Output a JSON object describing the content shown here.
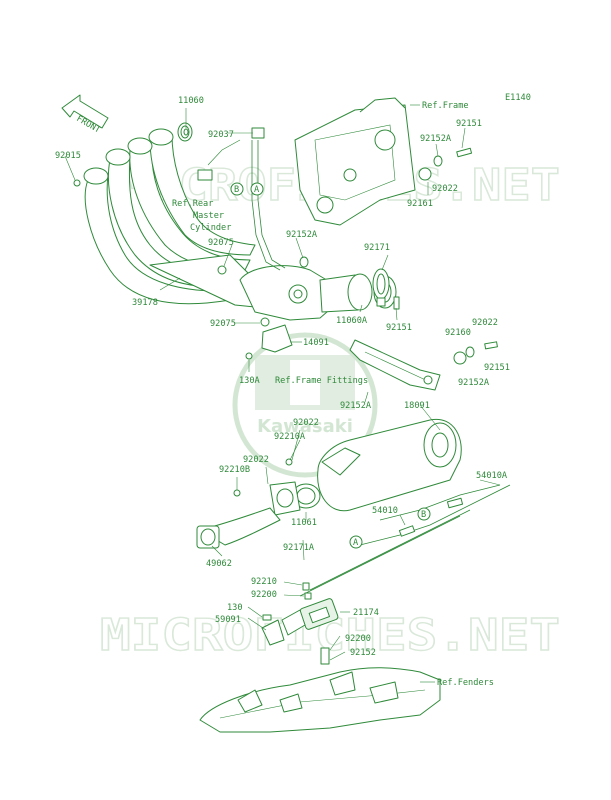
{
  "diagram": {
    "code": "E1140",
    "front_label": "FRONT",
    "watermark_text": "MICROFICHES.NET",
    "logo_text": "Kawasaki",
    "colors": {
      "line": "#2f8a3a",
      "watermark": "#d9e8d9",
      "background": "#ffffff"
    },
    "part_labels": [
      {
        "id": "11060",
        "text": "11060"
      },
      {
        "id": "92037",
        "text": "92037"
      },
      {
        "id": "92015",
        "text": "92015"
      },
      {
        "id": "ref-frame",
        "text": "Ref.Frame"
      },
      {
        "id": "92151-a",
        "text": "92151"
      },
      {
        "id": "92152a-a",
        "text": "92152A"
      },
      {
        "id": "92022-a",
        "text": "92022"
      },
      {
        "id": "92161",
        "text": "92161"
      },
      {
        "id": "ref-rear",
        "text": "Ref.Rear"
      },
      {
        "id": "master",
        "text": "Master"
      },
      {
        "id": "cylinder",
        "text": "Cylinder"
      },
      {
        "id": "92075-a",
        "text": "92075"
      },
      {
        "id": "92152a-b",
        "text": "92152A"
      },
      {
        "id": "92171",
        "text": "92171"
      },
      {
        "id": "39178",
        "text": "39178"
      },
      {
        "id": "92075-b",
        "text": "92075"
      },
      {
        "id": "11060a",
        "text": "11060A"
      },
      {
        "id": "92151-b",
        "text": "92151"
      },
      {
        "id": "92022-b",
        "text": "92022"
      },
      {
        "id": "92160",
        "text": "92160"
      },
      {
        "id": "14091",
        "text": "14091"
      },
      {
        "id": "130a",
        "text": "130A"
      },
      {
        "id": "ref-frame-fittings",
        "text": "Ref.Frame Fittings"
      },
      {
        "id": "92151-c",
        "text": "92151"
      },
      {
        "id": "92152a-c",
        "text": "92152A"
      },
      {
        "id": "92152a-d",
        "text": "92152A"
      },
      {
        "id": "18091",
        "text": "18091"
      },
      {
        "id": "92022-c",
        "text": "92022"
      },
      {
        "id": "92210a",
        "text": "92210A"
      },
      {
        "id": "92022-d",
        "text": "92022"
      },
      {
        "id": "92210b",
        "text": "92210B"
      },
      {
        "id": "54010a",
        "text": "54010A"
      },
      {
        "id": "11061",
        "text": "11061"
      },
      {
        "id": "54010",
        "text": "54010"
      },
      {
        "id": "49062",
        "text": "49062"
      },
      {
        "id": "92171a",
        "text": "92171A"
      },
      {
        "id": "92210",
        "text": "92210"
      },
      {
        "id": "92200-a",
        "text": "92200"
      },
      {
        "id": "130",
        "text": "130"
      },
      {
        "id": "59091",
        "text": "59091"
      },
      {
        "id": "21174",
        "text": "21174"
      },
      {
        "id": "92200-b",
        "text": "92200"
      },
      {
        "id": "92152",
        "text": "92152"
      },
      {
        "id": "ref-fenders",
        "text": "Ref.Fenders"
      }
    ],
    "callouts": [
      "A",
      "B",
      "A",
      "B"
    ]
  }
}
